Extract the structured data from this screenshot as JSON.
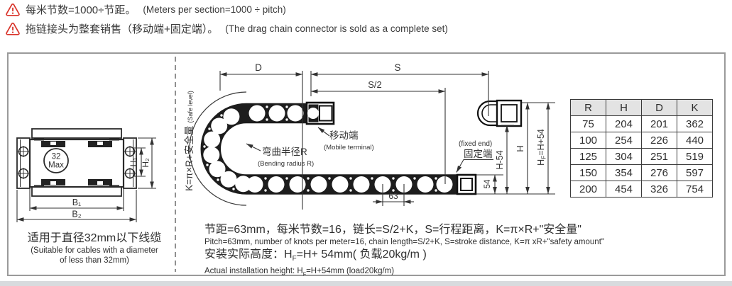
{
  "notes": [
    {
      "cn": "每米节数=1000÷节距。",
      "en": "(Meters per section=1000 ÷ pitch)"
    },
    {
      "cn": "拖链接头为整套销售（移动端+固定端）。",
      "en": "(The drag chain connector is sold as a complete set)"
    }
  ],
  "left_view": {
    "max1": "32",
    "max2": "Max",
    "dim_h1": "H₁",
    "dim_h2": "H₂",
    "dim_b1": "B₁",
    "dim_b2": "B₂",
    "caption_cn": "适用于直径32mm以下线缆",
    "caption_en1": "(Suitable for cables with a diameter",
    "caption_en2": "of less than 32mm)"
  },
  "diagram": {
    "dim_d": "D",
    "dim_s": "S",
    "dim_s2": "S/2",
    "dim_63": "63",
    "dim_54": "54",
    "dim_h54": "H-54",
    "dim_h": "H",
    "hf_h": "H",
    "hf_sub": "F",
    "hf_rest": "=H+54",
    "safe_cn": "K=π×R+安全量",
    "safe_en": "(Safe level)",
    "mobile_cn": "移动端",
    "mobile_en": "(Mobile terminal)",
    "bend_cn": "弯曲半径R",
    "bend_en": "(Bending radius R)",
    "fixed_en": "(fixed end)",
    "fixed_cn": "固定端"
  },
  "formulas": {
    "line1_cn": "节距=63mm，每米节数=16，链长=S/2+K，S=行程距离，K=π×R+\"安全量\"",
    "line2_en": "Pitch=63mm, number of knots per meter=16, chain length=S/2+K, S=stroke distance, K=π xR+\"safety amount\"",
    "line3_prefix": "安装实际高度：H",
    "line3_sub": "F",
    "line3_rest": "=H+ 54mm( 负载20kg/m )",
    "line4_prefix": "Actual installation height: H",
    "line4_sub": "F",
    "line4_rest": "=H+54mm (load20kg/m)"
  },
  "table": {
    "headers": [
      "R",
      "H",
      "D",
      "K"
    ],
    "rows": [
      [
        "75",
        "204",
        "201",
        "362"
      ],
      [
        "100",
        "254",
        "226",
        "440"
      ],
      [
        "125",
        "304",
        "251",
        "519"
      ],
      [
        "150",
        "354",
        "276",
        "597"
      ],
      [
        "200",
        "454",
        "326",
        "754"
      ]
    ]
  },
  "colors": {
    "warning_red": "#d9342b",
    "line_dark": "#1d1d1d",
    "table_header_bg": "#e3e3e3",
    "panel_border": "#9a9a9a"
  }
}
